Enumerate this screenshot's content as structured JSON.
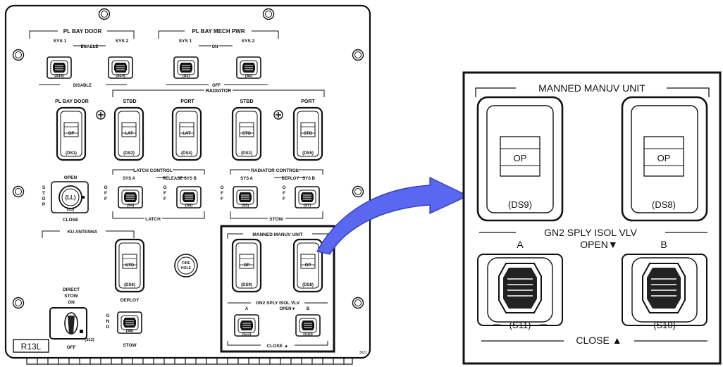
{
  "panel": {
    "id_label": "R13L",
    "part_no": "3621",
    "groups": {
      "pl_bay_door": "PL BAY DOOR",
      "pl_bay_mech_pwr": "PL BAY MECH PWR",
      "radiator": "RADIATOR",
      "latch_control": "LATCH CONTROL",
      "radiator_control": "RADIATOR CONTROL",
      "ku_antenna": "KU ANTENNA",
      "manned_manuv_unit": "MANNED MANUV UNIT",
      "gn2_sply": "GN2 SPLY ISOL VLV"
    },
    "labels": {
      "enable": "ENABLE",
      "disable": "DISABLE",
      "on": "ON",
      "off": "OFF",
      "sys1": "SYS 1",
      "sys2": "SYS 2",
      "pl_bay_door_single": "PL BAY DOOR",
      "stbd": "STBD",
      "port": "PORT",
      "release": "RELEASE",
      "deploy_small": "DEPLOY",
      "sys_a": "SYS A",
      "sys_b": "SYS B",
      "latch": "LATCH",
      "stow": "STOW",
      "open": "OPEN",
      "close": "CLOSE",
      "stop": "STOP",
      "switch_ll": "(LL)",
      "direct": "DIRECT",
      "stow_on": "STOW",
      "on2": "ON",
      "off2": "OFF",
      "gnd": "GND",
      "deploy": "DEPLOY",
      "stow_bottom": "STOW",
      "fire_hole_1": "FIRE",
      "fire_hole_2": "HOLE",
      "a": "A",
      "b": "B",
      "open_arrow": "OPEN▼",
      "close_arrow": "CLOSE ▲"
    },
    "switches": {
      "s16": "(S16)",
      "s14": "(S14)",
      "s1": "(S1)",
      "s2": "(S2)",
      "s3": "(S3)",
      "s4": "(S4)",
      "s6": "(S6)",
      "s5": "(S5)",
      "s7": "(S7)",
      "s8": "(S8)",
      "s11": "(S11)",
      "s10": "(S10)",
      "s12": "(S12)"
    },
    "indicators": {
      "ds1": {
        "code": "(DS1)",
        "text": "OP"
      },
      "ds2": {
        "code": "(DS2)",
        "text": "LAT"
      },
      "ds4": {
        "code": "(DS4)",
        "text": "LAT"
      },
      "ds3": {
        "code": "(DS3)",
        "text": "STO"
      },
      "ds5": {
        "code": "(DS5)",
        "text": "STO"
      },
      "ds6": {
        "code": "(DS6)",
        "text": "STO"
      },
      "ds9": {
        "code": "(DS9)",
        "text": "OP"
      },
      "ds8": {
        "code": "(DS8)",
        "text": "OP"
      }
    }
  },
  "zoom": {
    "title": "MANNED MANUV UNIT",
    "ds9_code": "(DS9)",
    "ds9_text": "OP",
    "ds8_code": "(DS8)",
    "ds8_text": "OP",
    "gn2": "GN2 SPLY ISOL VLV",
    "a": "A",
    "b": "B",
    "open": "OPEN▼",
    "s11": "(S11)",
    "s10": "(S10)",
    "close": "CLOSE ▲"
  },
  "colors": {
    "arrow": "#5a67f0",
    "arrow_edge": "#2a33b8",
    "panel_bg": "#ffffff",
    "line": "#111111"
  }
}
